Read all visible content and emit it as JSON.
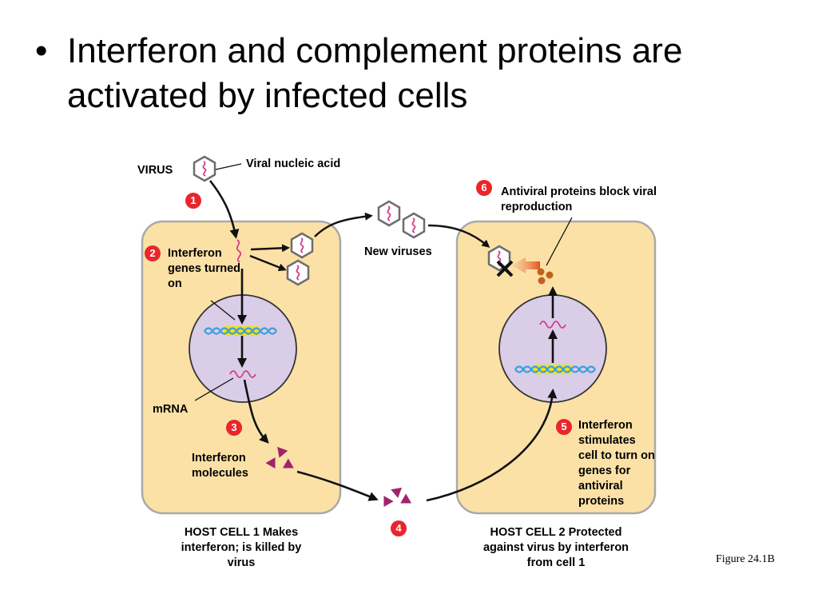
{
  "slide": {
    "bullet": "•",
    "title": "Interferon and complement proteins are activated by infected cells"
  },
  "diagram": {
    "labels": {
      "virus": "VIRUS",
      "viral_nucleic_acid": "Viral nucleic acid",
      "interferon_genes": "Interferon genes turned on",
      "new_viruses": "New viruses",
      "antiviral_block": "Antiviral proteins block viral reproduction",
      "mrna": "mRNA",
      "interferon_molecules": "Interferon molecules",
      "interferon_stimulates": "Interferon stimulates cell to turn on genes for antiviral proteins",
      "host_cell_1": "HOST CELL 1 Makes interferon; is killed by virus",
      "host_cell_2": "HOST CELL 2 Protected against virus by interferon from cell 1"
    },
    "steps": [
      "1",
      "2",
      "3",
      "4",
      "5",
      "6"
    ],
    "figure_ref": "Figure 24.1B",
    "colors": {
      "cell": "#fbe1a6",
      "cell_border": "#a9a9a9",
      "nucleus": "#d9cde8",
      "interferon": "#a0236e",
      "rna": "#d83a8c",
      "dna_blue": "#3aa0dc",
      "dna_yellow": "#f0e020",
      "antiviral": "#c0621e",
      "step_badge": "#e8262b"
    }
  }
}
